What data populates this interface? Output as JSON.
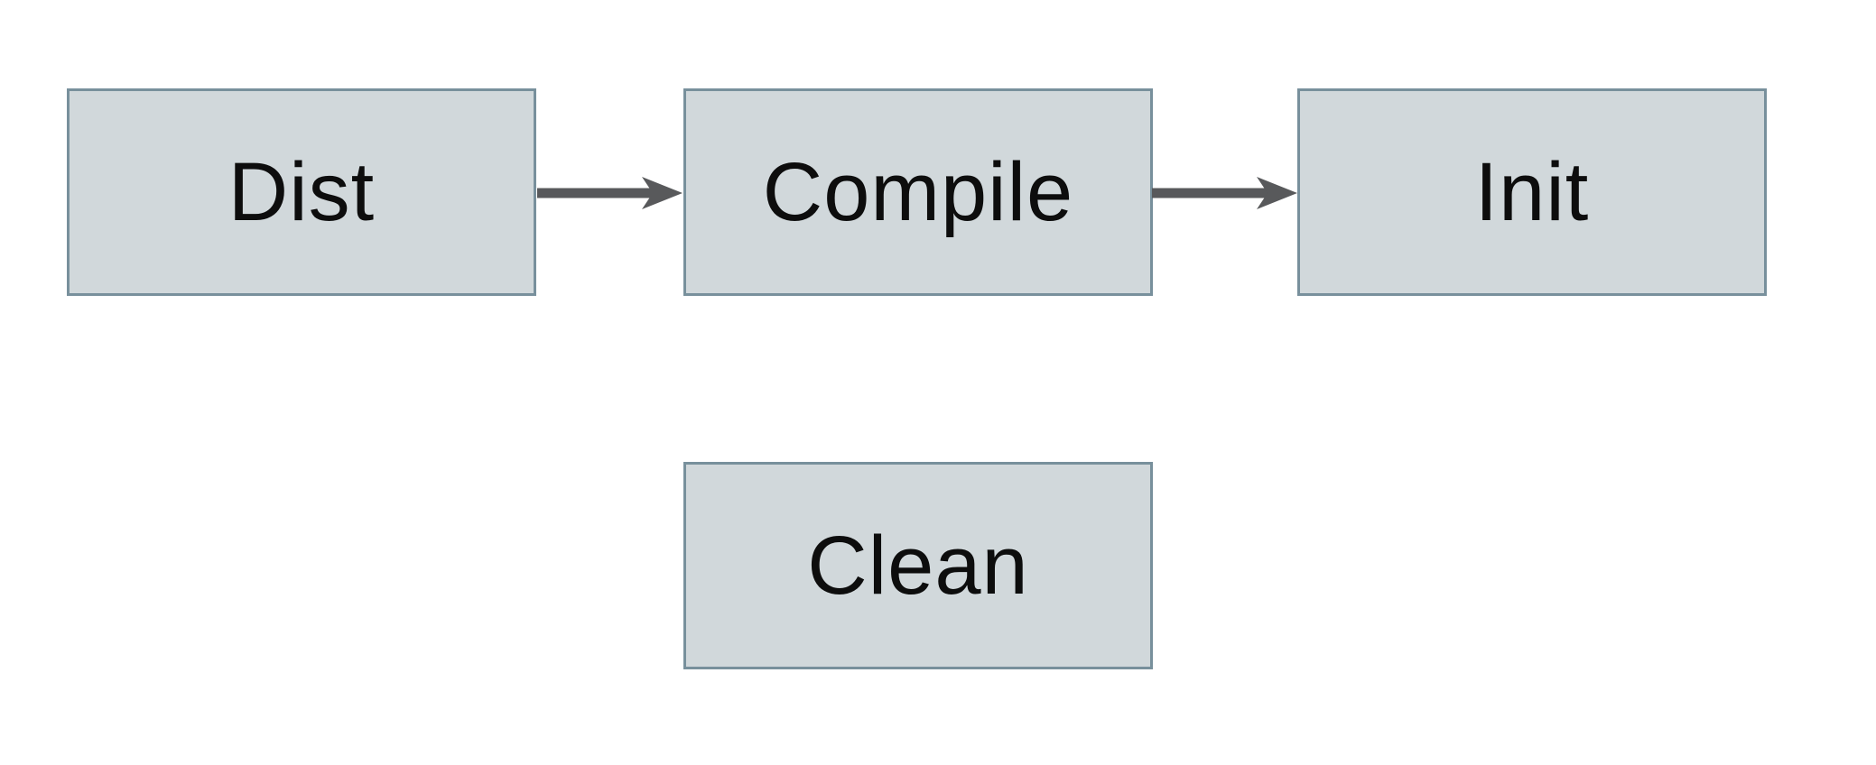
{
  "diagram": {
    "title": "build-targets-flow",
    "colors": {
      "background": "#ffffff",
      "node_fill": "#d1d8db",
      "node_border": "#78909c",
      "arrow": "#58595b",
      "text": "#0d0d0d"
    },
    "nodes": [
      {
        "id": "dist",
        "label": "Dist"
      },
      {
        "id": "compile",
        "label": "Compile"
      },
      {
        "id": "init",
        "label": "Init"
      },
      {
        "id": "clean",
        "label": "Clean"
      }
    ],
    "edges": [
      {
        "from": "dist",
        "to": "compile",
        "style": "arrow-right"
      },
      {
        "from": "compile",
        "to": "init",
        "style": "arrow-right"
      }
    ]
  }
}
